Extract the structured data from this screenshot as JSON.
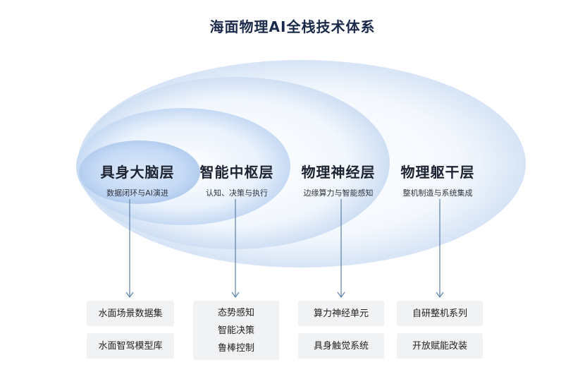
{
  "title": "海面物理AI全栈技术体系",
  "layers": [
    {
      "name": "具身大脑层",
      "desc": "数据闭环与AI演进",
      "items": [
        "水面场景数据集",
        "水面智驾模型库"
      ]
    },
    {
      "name": "智能中枢层",
      "desc": "认知、决策与执行",
      "items": [
        "态势感知",
        "智能决策",
        "鲁棒控制"
      ]
    },
    {
      "name": "物理神经层",
      "desc": "边缘算力与智能感知",
      "items": [
        "算力神经单元",
        "具身触觉系统"
      ]
    },
    {
      "name": "物理躯干层",
      "desc": "整机制造与系统集成",
      "items": [
        "自研整机系列",
        "开放赋能改装"
      ]
    }
  ],
  "colors": {
    "arrow": "#5b7fa6",
    "title": "#1b2a4a",
    "box": "#f1f2f4"
  }
}
